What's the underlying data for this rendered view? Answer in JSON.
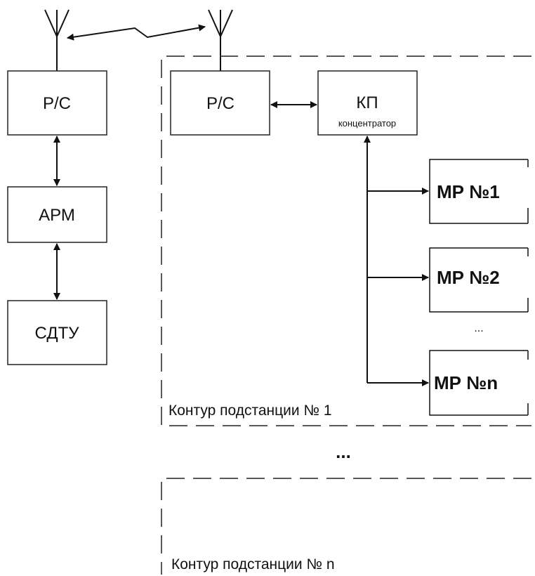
{
  "left_stack": {
    "rs_label": "Р/С",
    "arm_label": "АРМ",
    "sdtu_label": "СДТУ"
  },
  "substation1": {
    "rs_label": "Р/С",
    "kp_label": "КП",
    "kp_sublabel": "концентратор",
    "relays": [
      "МР №1",
      "МР №2",
      "МР №n"
    ],
    "relay_ellipsis": "...",
    "contour_label": "Контур подстанции № 1"
  },
  "between_ellipsis": "...",
  "substation_n": {
    "contour_label": "Контур подстанции № n"
  }
}
